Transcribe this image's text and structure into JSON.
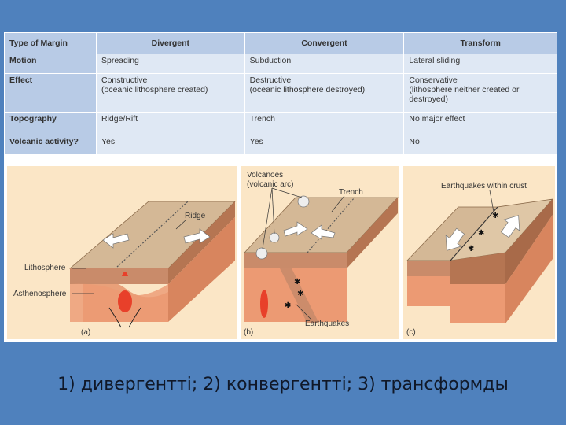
{
  "table": {
    "headers": [
      "Type of Margin",
      "Divergent",
      "Convergent",
      "Transform"
    ],
    "rows": [
      {
        "label": "Motion",
        "divergent": "Spreading",
        "convergent": "Subduction",
        "transform": "Lateral sliding"
      },
      {
        "label": "Effect",
        "divergent": "Constructive\n(oceanic lithosphere created)",
        "convergent": "Destructive\n(oceanic lithosphere destroyed)",
        "transform": "Conservative\n(lithosphere neither created or\ndestroyed)"
      },
      {
        "label": "Topography",
        "divergent": "Ridge/Rift",
        "convergent": "Trench",
        "transform": "No major effect"
      },
      {
        "label": "Volcanic activity?",
        "divergent": "Yes",
        "convergent": "Yes",
        "transform": "No"
      }
    ]
  },
  "diagrams": {
    "a": {
      "tag": "(a)",
      "ridge": "Ridge",
      "lithosphere": "Lithosphere",
      "asthenosphere": "Asthenosphere"
    },
    "b": {
      "tag": "(b)",
      "volcanoes_1": "Volcanoes",
      "volcanoes_2": "(volcanic arc)",
      "trench": "Trench",
      "earthquakes": "Earthquakes"
    },
    "c": {
      "tag": "(c)",
      "earthquakes": "Earthquakes within crust"
    }
  },
  "caption": "1) дивергентті; 2) конвергентті; 3) трансформды",
  "colors": {
    "background": "#4f81bd",
    "header_cell": "#b8cbe6",
    "body_cell": "#dfe8f4",
    "panel": "#fbe6c6",
    "crust_top": "#d4b896",
    "lithosphere": "#c98b6a",
    "asthenosphere": "#e9a079",
    "magma": "#e8402a"
  },
  "icons": [
    "spreading-arrow-icon",
    "subduction-arrow-icon",
    "volcano-icon",
    "earthquake-star-icon",
    "transform-arrow-icon"
  ]
}
